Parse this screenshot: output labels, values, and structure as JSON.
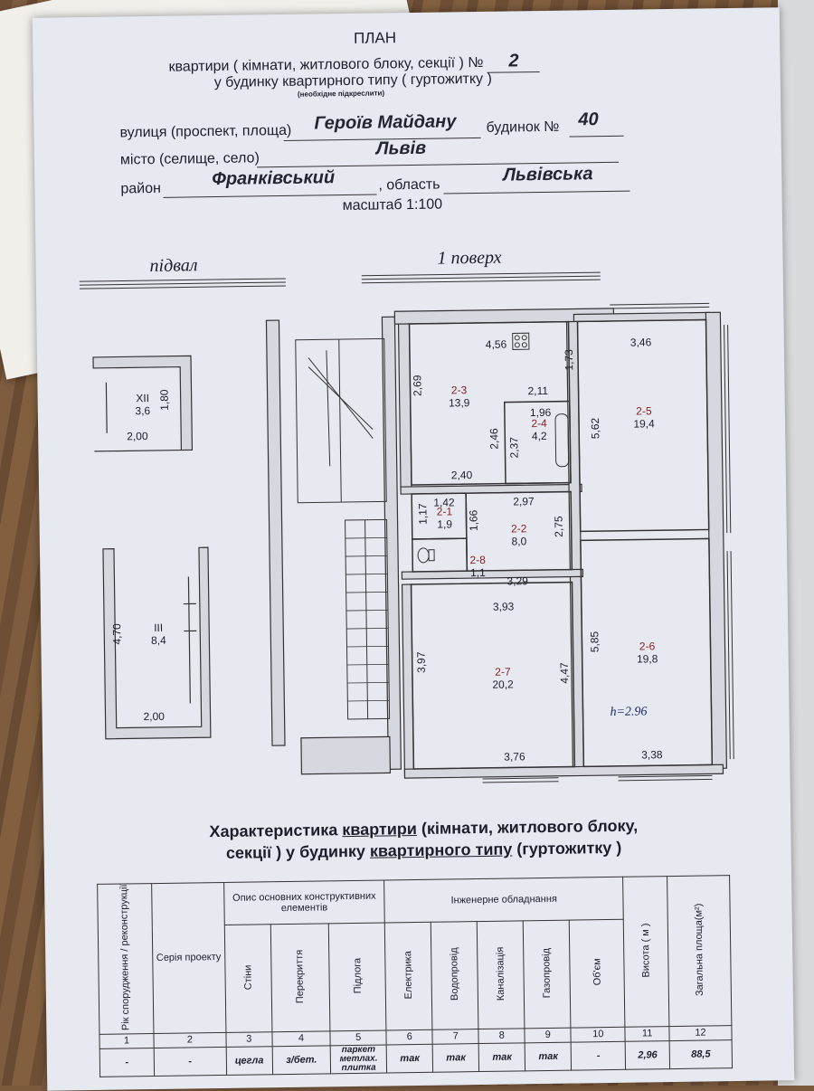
{
  "header": {
    "title": "ПЛАН",
    "line1_a": "квартири ( кімнати, житлового блоку, секції ) №",
    "line1_num": "2",
    "line2": "у будинку квартирного типу ( гуртожитку )",
    "line2_note": "(необхідне підкреслити)",
    "street_label": "вулиця (проспект, площа)",
    "street_value": "Героїв Майдану",
    "house_label": "будинок №",
    "house_value": "40",
    "city_label": "місто (селище, село)",
    "city_value": "Львів",
    "district_label": "район",
    "district_value": "Франківський",
    "oblast_label": ", область",
    "oblast_value": "Львівська",
    "scale": "масштаб 1:100"
  },
  "plan": {
    "basement_title": "підвал",
    "floor_title": "1 поверх",
    "basement_rooms": [
      {
        "id": "XII",
        "area": "3,6",
        "dims": [
          "1,80",
          "2,00"
        ]
      },
      {
        "id": "III",
        "area": "8,4",
        "dims": [
          "4,70",
          "2,00"
        ]
      }
    ],
    "rooms": [
      {
        "id": "2-1",
        "area": "1,9"
      },
      {
        "id": "2-2",
        "area": "8,0"
      },
      {
        "id": "2-3",
        "area": "13,9"
      },
      {
        "id": "2-4",
        "area": "4,2"
      },
      {
        "id": "2-5",
        "area": "19,4"
      },
      {
        "id": "2-6",
        "area": "19,8"
      },
      {
        "id": "2-7",
        "area": "20,2"
      },
      {
        "id": "2-8",
        "area": "1,1"
      }
    ],
    "dims": {
      "d456": "4,56",
      "d173": "1,73",
      "d269": "2,69",
      "d211": "2,11",
      "d196": "1,96",
      "d246": "2,46",
      "d237": "2,37",
      "d240": "2,40",
      "d297": "2,97",
      "d346": "3,46",
      "d562": "5,62",
      "d142": "1,42",
      "d117": "1,17",
      "d166": "1,66",
      "d275": "2,75",
      "d329": "3,29",
      "d393": "3,93",
      "d397": "3,97",
      "d447": "4,47",
      "d585": "5,85",
      "d376": "3,76",
      "d338": "3,38"
    },
    "height_note": "h=2.96"
  },
  "characteristics": {
    "heading_a": "Характеристика",
    "heading_b": "квартири",
    "heading_c": "(кімнати, житлового блоку,",
    "heading_d": "секції ) у будинку",
    "heading_e": "квартирного типу",
    "heading_f": "(гуртожитку )",
    "col_year": "Рік спорудження / реконструкції",
    "col_series": "Серія проекту",
    "col_struct": "Опис основних конструктивних елементів",
    "col_walls": "Стіни",
    "col_ceiling": "Перекриття",
    "col_floor": "Підлога",
    "col_eng": "Інженерне обладнання",
    "col_elec": "Електрика",
    "col_water": "Водопровід",
    "col_sewer": "Каналізація",
    "col_gas": "Газопровід",
    "col_volume": "Об'єм",
    "col_height": "Висота ( м )",
    "col_area": "Загальна площа(м²)",
    "numbers": [
      "1",
      "2",
      "3",
      "4",
      "5",
      "6",
      "7",
      "8",
      "9",
      "10",
      "11",
      "12"
    ],
    "values": [
      "-",
      "-",
      "цегла",
      "з/бет.",
      "паркет метлах. плитка",
      "так",
      "так",
      "так",
      "так",
      "-",
      "2,96",
      "88,5"
    ]
  }
}
